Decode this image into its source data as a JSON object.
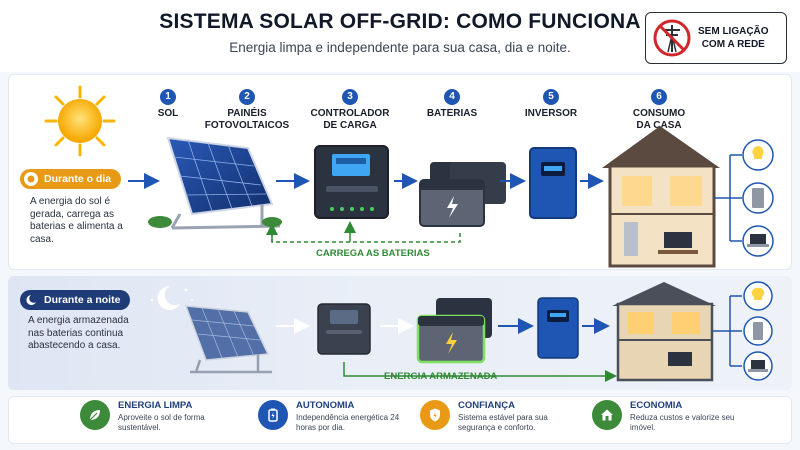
{
  "header": {
    "title": "SISTEMA SOLAR OFF-GRID: COMO FUNCIONA",
    "subtitle": "Energia limpa e independente para sua casa, dia e noite."
  },
  "no_grid_badge": {
    "line1": "SEM LIGAÇÃO",
    "line2": "COM A REDE",
    "icon": "no-power-line-icon"
  },
  "steps": [
    {
      "num": "1",
      "label": "SOL"
    },
    {
      "num": "2",
      "label_line1": "PAINÉIS",
      "label_line2": "FOTOVOLTAICOS"
    },
    {
      "num": "3",
      "label_line1": "CONTROLADOR",
      "label_line2": "DE CARGA"
    },
    {
      "num": "4",
      "label": "BATERIAS"
    },
    {
      "num": "5",
      "label": "INVERSOR"
    },
    {
      "num": "6",
      "label_line1": "CONSUMO",
      "label_line2": "DA CASA"
    }
  ],
  "day": {
    "badge": "Durante o dia",
    "description": "A energia do sol é gerada, carrega as baterias e alimenta a casa.",
    "flow_label": "CARREGA AS BATERIAS"
  },
  "night": {
    "badge": "Durante a noite",
    "description": "A energia armazenada nas baterias continua abastecendo a casa.",
    "flow_label": "ENERGIA ARMAZENADA"
  },
  "appliances": [
    "lamp-icon",
    "fridge-icon",
    "laptop-icon"
  ],
  "features": [
    {
      "title": "ENERGIA LIMPA",
      "text": "Aproveite o sol de forma sustentável.",
      "icon": "leaf-icon",
      "color": "#3d8b3a"
    },
    {
      "title": "AUTONOMIA",
      "text": "Independência energética 24 horas por dia.",
      "icon": "battery-icon",
      "color": "#1f56b3"
    },
    {
      "title": "CONFIANÇA",
      "text": "Sistema estável para sua segurança e conforto.",
      "icon": "shield-icon",
      "color": "#e89a16"
    },
    {
      "title": "ECONOMIA",
      "text": "Reduza custos e valorize seu imóvel.",
      "icon": "house-icon",
      "color": "#3d8b3a"
    }
  ],
  "colors": {
    "accent_blue": "#1f56b3",
    "flow_green": "#2f8a34",
    "day_orange": "#e89a16",
    "night_navy": "#1f3c78"
  }
}
